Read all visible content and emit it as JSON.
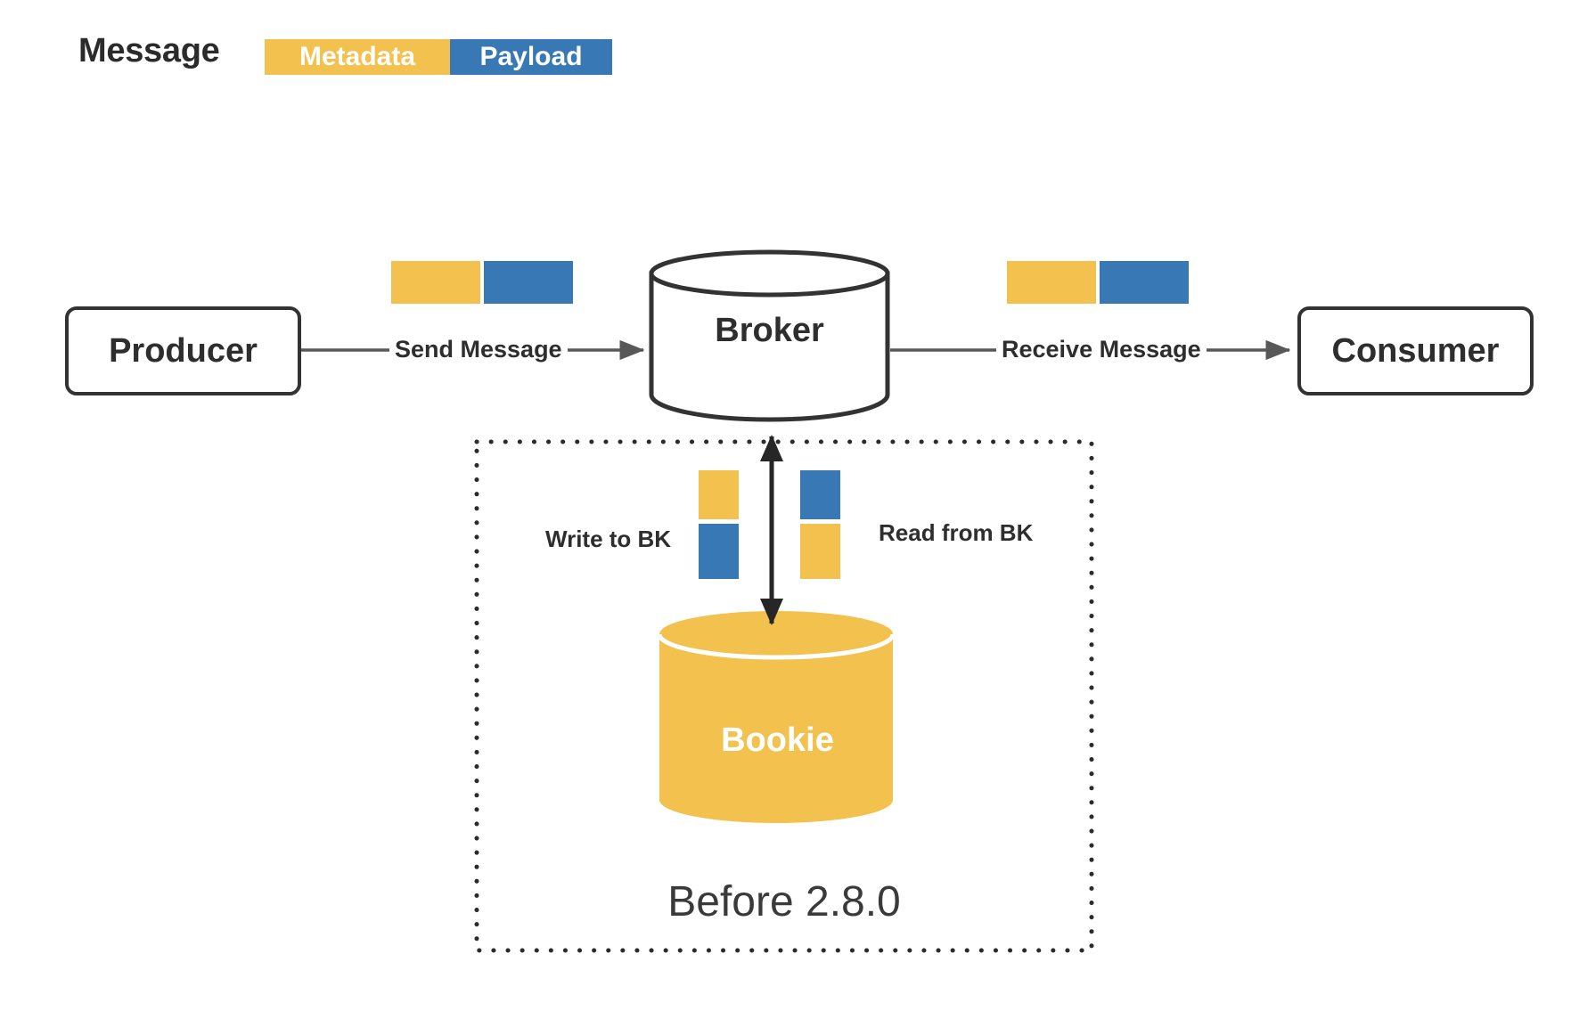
{
  "legend": {
    "title": "Message",
    "metadata_label": "Metadata",
    "payload_label": "Payload"
  },
  "colors": {
    "metadata": "#f2c14e",
    "payload": "#3879b5",
    "stroke": "#333333",
    "text": "#2e2e2e",
    "caption_text": "#3a3a3a",
    "background": "#ffffff",
    "bookie_fill": "#f2c14e",
    "bookie_label": "#ffffff"
  },
  "nodes": {
    "producer": {
      "label": "Producer"
    },
    "broker": {
      "label": "Broker"
    },
    "consumer": {
      "label": "Consumer"
    },
    "bookie": {
      "label": "Bookie"
    }
  },
  "edges": {
    "send": {
      "label": "Send Message"
    },
    "receive": {
      "label": "Receive Message"
    },
    "write": {
      "label": "Write to BK"
    },
    "read": {
      "label": "Read from BK"
    }
  },
  "region": {
    "caption": "Before 2.8.0",
    "border_style": "dotted"
  },
  "icons": {
    "cylinder": "database-cylinder-icon",
    "arrow_right": "arrow-right-icon",
    "arrow_double_vertical": "arrow-double-vertical-icon"
  }
}
